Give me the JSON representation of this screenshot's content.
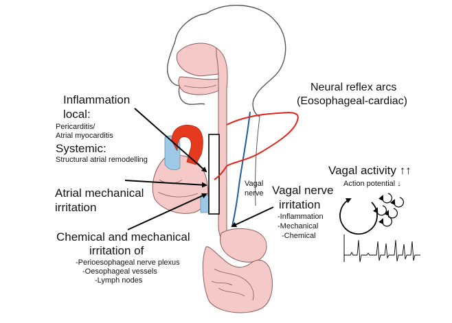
{
  "labels": {
    "inflammation": "Inflammation",
    "local": "local:",
    "local_items": [
      "Pericarditis/",
      "Atrial myocarditis"
    ],
    "systemic": "Systemic:",
    "systemic_item": "Structural atrial remodelling",
    "atrial_mech_1": "Atrial mechanical",
    "atrial_mech_2": "irritation",
    "chem_mech_1": "Chemical and mechanical",
    "chem_mech_2": "irritation of",
    "chem_items": [
      "-Perioesophageal nerve plexus",
      "-Oesophageal vessels",
      "-Lymph nodes"
    ],
    "neural_reflex_1": "Neural reflex arcs",
    "neural_reflex_2": "(Eosophageal-cardiac)",
    "vagal_nerve_1": "Vagal",
    "vagal_nerve_2": "nerve",
    "vni_1": "Vagal nerve",
    "vni_2": "irritation",
    "vni_items": [
      "-Inflammation",
      "-Mechanical",
      "-Chemical"
    ],
    "vagal_activity": "Vagal activity",
    "vagal_activity_arrows": "↑↑",
    "action_potential": "Action potential",
    "action_potential_arrow": "↓"
  },
  "colors": {
    "red_nerve": "#e2231a",
    "blue_nerve": "#1f5b9c",
    "tissue_pink": "#f4c9c7",
    "tissue_outline": "#8a5a5a",
    "aorta_red": "#e63a1f",
    "vessel_blue": "#9dc9e6"
  }
}
